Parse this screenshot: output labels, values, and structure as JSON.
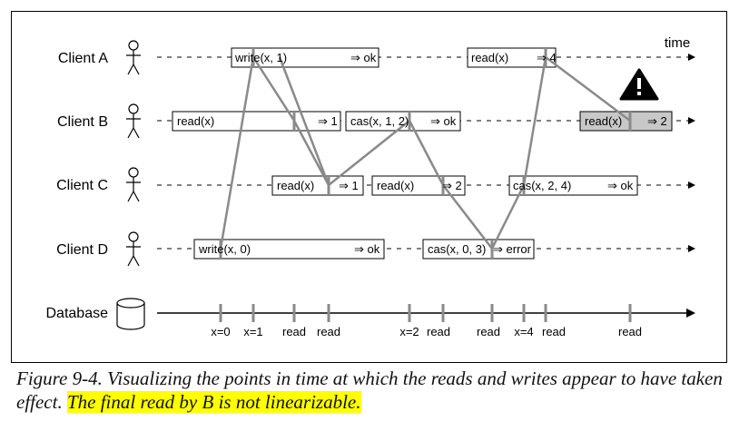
{
  "diagram": {
    "time_label": "time",
    "clients": [
      {
        "id": "A",
        "label": "Client A"
      },
      {
        "id": "B",
        "label": "Client B"
      },
      {
        "id": "C",
        "label": "Client C"
      },
      {
        "id": "D",
        "label": "Client D"
      }
    ],
    "database_label": "Database",
    "operations": [
      {
        "client": "A",
        "op": "write(x, 1)",
        "result": "⇒ ok",
        "highlight": false
      },
      {
        "client": "A",
        "op": "read(x)",
        "result": "⇒ 4",
        "highlight": false
      },
      {
        "client": "B",
        "op": "read(x)",
        "result": "⇒ 1",
        "highlight": false
      },
      {
        "client": "B",
        "op": "cas(x, 1, 2)",
        "result": "⇒ ok",
        "highlight": false
      },
      {
        "client": "B",
        "op": "read(x)",
        "result": "⇒ 2",
        "highlight": true
      },
      {
        "client": "C",
        "op": "read(x)",
        "result": "⇒ 1",
        "highlight": false
      },
      {
        "client": "C",
        "op": "read(x)",
        "result": "⇒ 2",
        "highlight": false
      },
      {
        "client": "C",
        "op": "cas(x, 2, 4)",
        "result": "⇒ ok",
        "highlight": false
      },
      {
        "client": "D",
        "op": "write(x, 0)",
        "result": "⇒ ok",
        "highlight": false
      },
      {
        "client": "D",
        "op": "cas(x, 0, 3)",
        "result": "⇒ error",
        "highlight": false
      }
    ],
    "db_events": [
      "x=0",
      "x=1",
      "read",
      "read",
      "x=2",
      "read",
      "read",
      "x=4",
      "read",
      "read"
    ],
    "warning_icon": "warning-triangle-icon",
    "colors": {
      "line": "#8a8a8a",
      "highlight_box": "#c8c8c8",
      "caption_highlight": "#ffff00"
    }
  },
  "caption": {
    "text": "Figure 9-4. Visualizing the points in time at which the reads and writes appear to have taken effect. ",
    "highlight": "The final read by B is not linearizable."
  }
}
